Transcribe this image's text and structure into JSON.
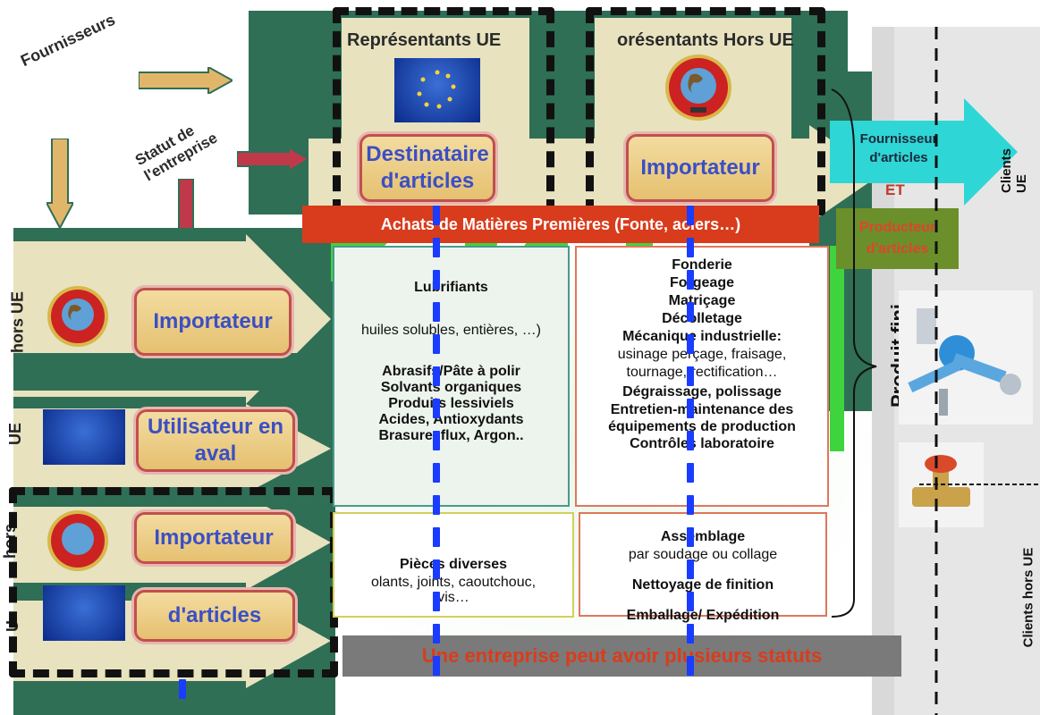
{
  "labels": {
    "fournisseurs": "Fournisseurs",
    "statut": "Statut de l'entreprise",
    "rep_ue": "Représentants UE",
    "rep_hors_ue": "orésentants Hors UE",
    "destinataire": "Destinataire d'articles",
    "importateur_top": "Importateur",
    "fournisseur_articles": "Fournisseur d'articles",
    "et": "ET",
    "producteur": "Producteur d'articles",
    "clients_ue": "Clients UE",
    "clients_hors_ue": "Clients hors UE",
    "produit_fini": "Produit fini",
    "achats": "Achats de Matières Premières (Fonte, aciers…)",
    "footer": "Une entreprise peut avoir plusieurs statuts"
  },
  "left_rows": [
    {
      "side": "hors UE",
      "button": "Importateur"
    },
    {
      "side": "UE",
      "button": "Utilisateur en aval"
    },
    {
      "side": "hors",
      "button": "Importateur"
    },
    {
      "side": "U",
      "button": "d'articles"
    }
  ],
  "box_left_top": {
    "title": "Lubrifiants",
    "items": [
      "huiles solubles, entières, …)",
      "Abrasifs/Pâte à polir",
      "Solvants organiques",
      "Produits lessiviels",
      "Acides, Antioxydants",
      "Brasure, flux, Argon.."
    ]
  },
  "box_left_bottom": {
    "title": "Pièces diverses",
    "sub": "olants, joints, caoutchouc, vis…"
  },
  "box_right_top": {
    "items": [
      "Fonderie",
      "Forgeage",
      "Matriçage",
      "Décolletage",
      "Mécanique industrielle:",
      "usinage perçage, fraisage, tournage, rectification…",
      "Dégraissage, polissage",
      "Entretien-maintenance des équipements de production",
      "Contrôles laboratoire"
    ]
  },
  "box_right_bottom": {
    "items": [
      "Assemblage",
      "par soudage ou collage",
      "Nettoyage de finition",
      "Emballage/ Expédition"
    ]
  },
  "colors": {
    "dark_green": "#2f6f55",
    "tan": "#e8e2bf",
    "accent_red": "#d93c1c",
    "cyan": "#2fd6d6",
    "olive": "#6b8f2a",
    "gray_bar": "#7a7a7a",
    "blue_text": "#3b4fc4"
  }
}
